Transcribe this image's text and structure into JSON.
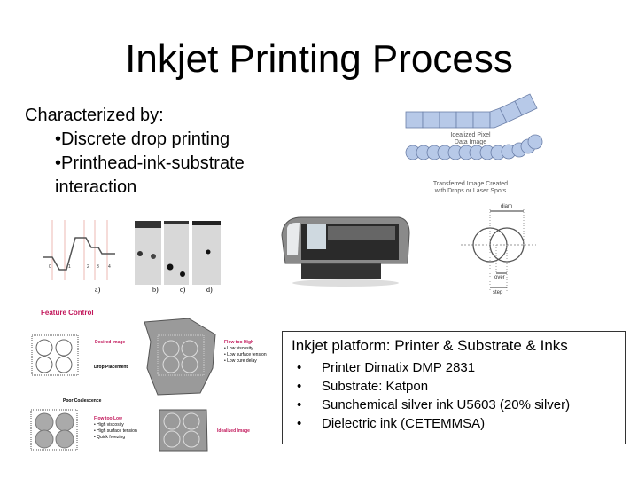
{
  "slide": {
    "title": "Inkjet Printing Process",
    "characterized": {
      "heading": "Characterized by:",
      "bullets": [
        "•Discrete drop printing",
        "•Printhead-ink-substrate",
        "interaction"
      ]
    },
    "pixel_figure": {
      "caption1": "Idealized Pixel",
      "caption2": "Data Image",
      "caption3": "Transferred Image Created",
      "caption4": "with Drops or Laser Spots"
    },
    "drop_figure": {
      "labels": [
        "a)",
        "b)",
        "c)",
        "d)"
      ],
      "phase_numbers": [
        "0",
        "1",
        "2",
        "3",
        "4"
      ]
    },
    "overlap_figure": {
      "diam": "diam",
      "over": "over",
      "step": "step"
    },
    "feature_control": {
      "title": "Feature Control",
      "desired": "Desired Image",
      "drop_placement": "Drop Placement",
      "flow_high": "Flow too High",
      "flow_high_items": [
        "• Low viscosity",
        "• Low surface tension",
        "• Low cure delay"
      ],
      "poor_coalescence": "Poor Coalescence",
      "flow_low": "Flow too Low",
      "flow_low_items": [
        "• High viscosity",
        "• High surface tension",
        "• Quick freezing"
      ],
      "idealized": "Idealized Image"
    },
    "platform": {
      "heading": "Inkjet platform: Printer & Substrate & Inks",
      "items": [
        "Printer Dimatix DMP 2831",
        "Substrate: Katpon",
        "Sunchemical silver ink U5603 (20% silver)",
        "Dielectric ink (CETEMMSA)"
      ]
    }
  }
}
